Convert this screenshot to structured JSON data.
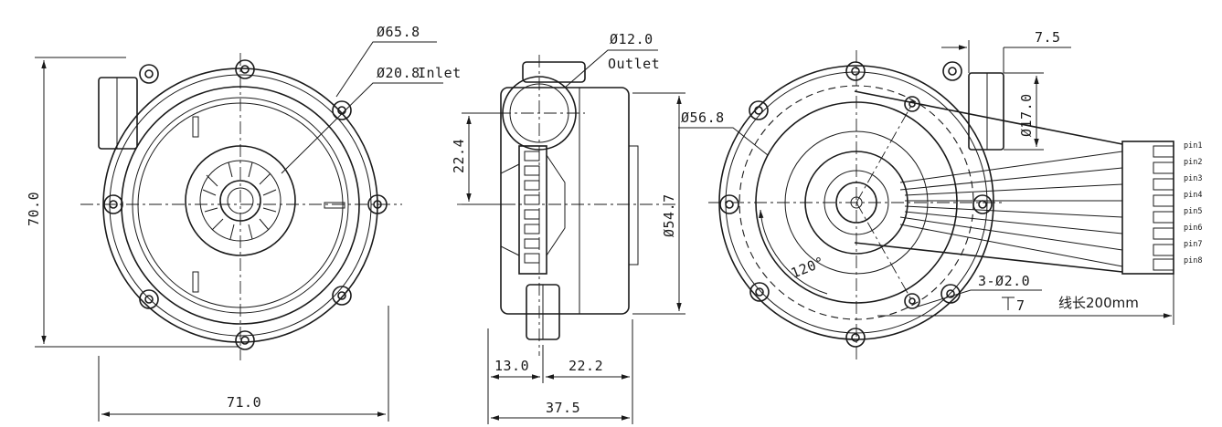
{
  "dimensions": {
    "front_outer_diameter": "Ø65.8",
    "inlet_diameter": "Ø20.8",
    "inlet_label": "Inlet",
    "front_height": "70.0",
    "front_width": "71.0",
    "outlet_diameter": "Ø12.0",
    "outlet_label": "Outlet",
    "side_offset": "22.4",
    "motor_diameter": "Ø54.7",
    "side_depth_left": "13.0",
    "side_depth_right": "22.2",
    "side_total_depth": "37.5",
    "rear_circle_diameter": "Ø56.8",
    "outlet_offset": "7.5",
    "outlet_height": "Ø17.0",
    "angle": "120°",
    "mount_holes": "3-Ø2.0",
    "hole_depth": "7",
    "cable_length": "线长200mm"
  },
  "pins": [
    "pin1",
    "pin2",
    "pin3",
    "pin4",
    "pin5",
    "pin6",
    "pin7",
    "pin8"
  ]
}
